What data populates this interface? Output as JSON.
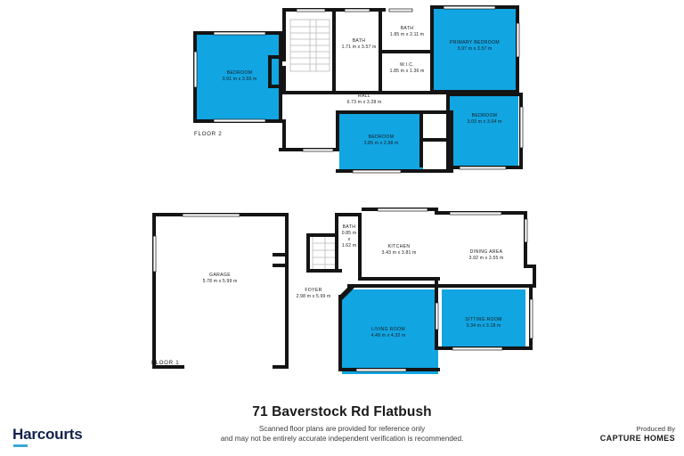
{
  "document": {
    "title": "71 Baverstock Rd Flatbush",
    "disclaimer_line1": "Scanned floor plans are provided for reference only",
    "disclaimer_line2": "and may not be entirely accurate independent verification is recommended.",
    "brand": "Harcourts",
    "produced_by_label": "Produced By",
    "produced_by_name": "CAPTURE HOMES",
    "accent_blue": "#11a5e2",
    "wall_color": "#141414",
    "brand_navy": "#12224d",
    "brand_accent": "#3aa7dc"
  },
  "floors": [
    {
      "id": "floor-2",
      "label": "FLOOR 2",
      "rooms": [
        {
          "id": "bedroom-left",
          "name": "BEDROOM",
          "dim": "3.91 m x 3.55 m",
          "fill": "blue"
        },
        {
          "id": "bath-main",
          "name": "BATH",
          "dim": "1.71 m x 3.57 m",
          "fill": "white"
        },
        {
          "id": "bath-ensuite",
          "name": "BATH",
          "dim": "1.85 m x 2.11 m",
          "fill": "white"
        },
        {
          "id": "walk-in-closet",
          "name": "W.I.C.",
          "dim": "1.85 m x 1.36 m",
          "fill": "white"
        },
        {
          "id": "primary-bedroom",
          "name": "PRIMARY BEDROOM",
          "dim": "3.97 m x 3.57 m",
          "fill": "blue"
        },
        {
          "id": "hall",
          "name": "HALL",
          "dim": "6.73 m x 3.28 m",
          "fill": "white"
        },
        {
          "id": "bedroom-right",
          "name": "BEDROOM",
          "dim": "3.03 m x 3.04 m",
          "fill": "blue"
        },
        {
          "id": "bedroom-mid",
          "name": "BEDROOM",
          "dim": "3.85 m x 2.98 m",
          "fill": "blue"
        }
      ]
    },
    {
      "id": "floor-1",
      "label": "FLOOR 1",
      "rooms": [
        {
          "id": "garage",
          "name": "GARAGE",
          "dim": "5.78 m x 5.99 m",
          "fill": "white"
        },
        {
          "id": "foyer",
          "name": "FOYER",
          "dim": "2.98 m x 5.99 m",
          "fill": "white"
        },
        {
          "id": "bath-powder",
          "name": "BATH",
          "dim_w": "0.85 m",
          "dim_x": "x",
          "dim_h": "1.62 m",
          "fill": "white"
        },
        {
          "id": "kitchen",
          "name": "KITCHEN",
          "dim": "3.43 m x 3.81 m",
          "fill": "white"
        },
        {
          "id": "dining-area",
          "name": "DINING AREA",
          "dim": "3.92 m x 3.55 m",
          "fill": "white"
        },
        {
          "id": "living-room",
          "name": "LIVING ROOM",
          "dim": "4.49 m x 4.32 m",
          "fill": "blue"
        },
        {
          "id": "sitting-room",
          "name": "SITTING ROOM",
          "dim": "3.34 m x 3.18 m",
          "fill": "blue"
        }
      ]
    }
  ]
}
